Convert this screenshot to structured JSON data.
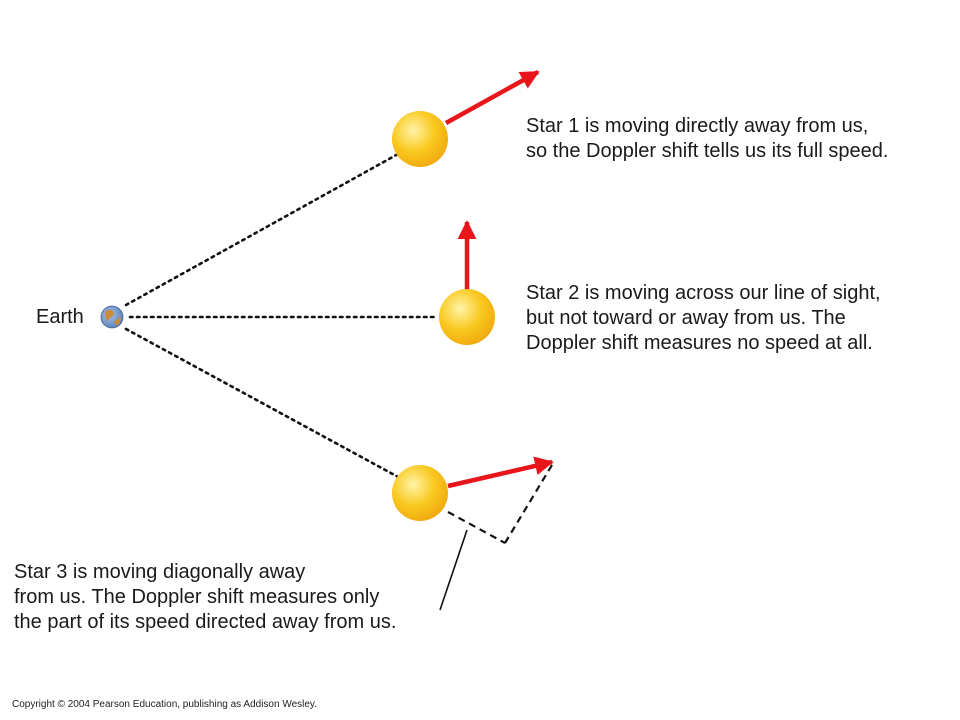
{
  "earth": {
    "label": "Earth"
  },
  "stars": [
    {
      "lines": [
        "Star 1 is moving directly away from us,",
        "so the Doppler shift tells us its full speed."
      ]
    },
    {
      "lines": [
        "Star 2 is moving across our line of sight,",
        "but not toward or away from us. The",
        "Doppler shift measures no speed at all."
      ]
    },
    {
      "lines": [
        "Star 3 is moving diagonally away",
        "from us. The Doppler shift measures only",
        "the part of its speed directed away from us."
      ]
    }
  ],
  "copyright": "Copyright © 2004 Pearson Education, publishing as Addison Wesley.",
  "colors": {
    "star_fill": "#f9c81e",
    "star_highlight": "#fff4a8",
    "velocity_arrow": "#e8161b",
    "sight_line": "#111111",
    "earth_ocean": "#6b8fc4",
    "earth_land": "#c98b3a"
  },
  "icons": {
    "earth": "earth-icon",
    "star": "star-icon",
    "arrow": "velocity-arrow-icon"
  }
}
